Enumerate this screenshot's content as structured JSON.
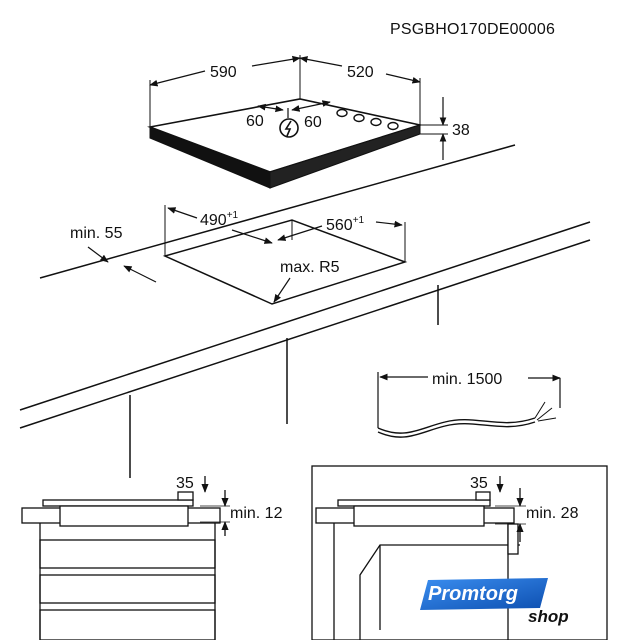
{
  "product_code": "PSGBHO170DE00006",
  "hob": {
    "width": "590",
    "depth": "520",
    "height": "38",
    "inner_left": "60",
    "inner_right": "60"
  },
  "cutout": {
    "width": "490",
    "width_tol": "+1",
    "depth": "560",
    "depth_tol": "+1",
    "edge_min": "min. 55",
    "radius": "max. R5"
  },
  "cable": {
    "min_length": "min. 1500"
  },
  "detail_left": {
    "depth": "35",
    "clearance": "min. 12"
  },
  "detail_right": {
    "depth": "35",
    "clearance": "min. 28"
  },
  "watermark": {
    "brand": "Promtorg",
    "suffix": "shop",
    "brand_color": "#1f6fd6"
  }
}
